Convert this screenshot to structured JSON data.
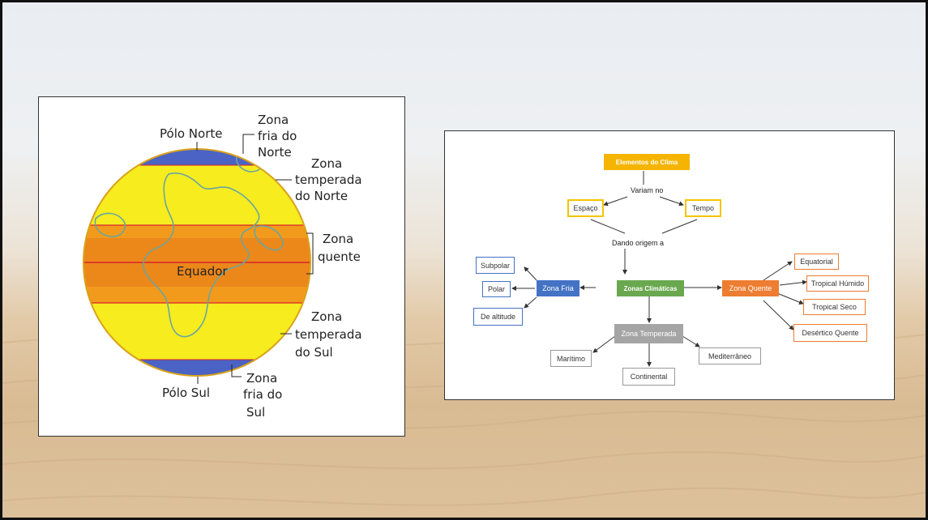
{
  "globe": {
    "labels": {
      "polo_norte": "Pólo Norte",
      "zona_fria_norte": [
        "Zona",
        "fria do",
        "Norte"
      ],
      "zona_temperada_norte": [
        "Zona",
        "temperada",
        "do Norte"
      ],
      "zona_quente": [
        "Zona",
        "quente"
      ],
      "equador": "Equador",
      "zona_temperada_sul": [
        "Zona",
        "temperada",
        "do Sul"
      ],
      "polo_sul": "Pólo Sul",
      "zona_fria_sul": [
        "Zona",
        "fria do",
        "Sul"
      ]
    },
    "colors": {
      "cold": "#4b63c4",
      "temperate": "#f6ec1e",
      "hot": "#f29a1c",
      "equator_line": "#d8252a"
    }
  },
  "concept_map": {
    "elementos": "Elementos do Clima",
    "variam": "Variam no",
    "espaco": "Espaço",
    "tempo": "Tempo",
    "dando": "Dando origem a",
    "zonas": "Zonas Climáticas",
    "zona_fria": "Zona Fria",
    "zona_quente": "Zona Quente",
    "zona_temperada": "Zona Temperada",
    "fria_items": [
      "Subpolar",
      "Polar",
      "De altitude"
    ],
    "quente_items": [
      "Equatorial",
      "Tropical Húmido",
      "Tropical Seco",
      "Desértico Quente"
    ],
    "temperada_items": [
      "Marítimo",
      "Continental",
      "Mediterrâneo"
    ],
    "colors": {
      "orange_header": "#f5b400",
      "green": "#6aa84f",
      "blue": "#4472c4",
      "orange": "#ed7d31",
      "gray": "#a5a5a5",
      "yellow_border": "#f5c400"
    }
  }
}
